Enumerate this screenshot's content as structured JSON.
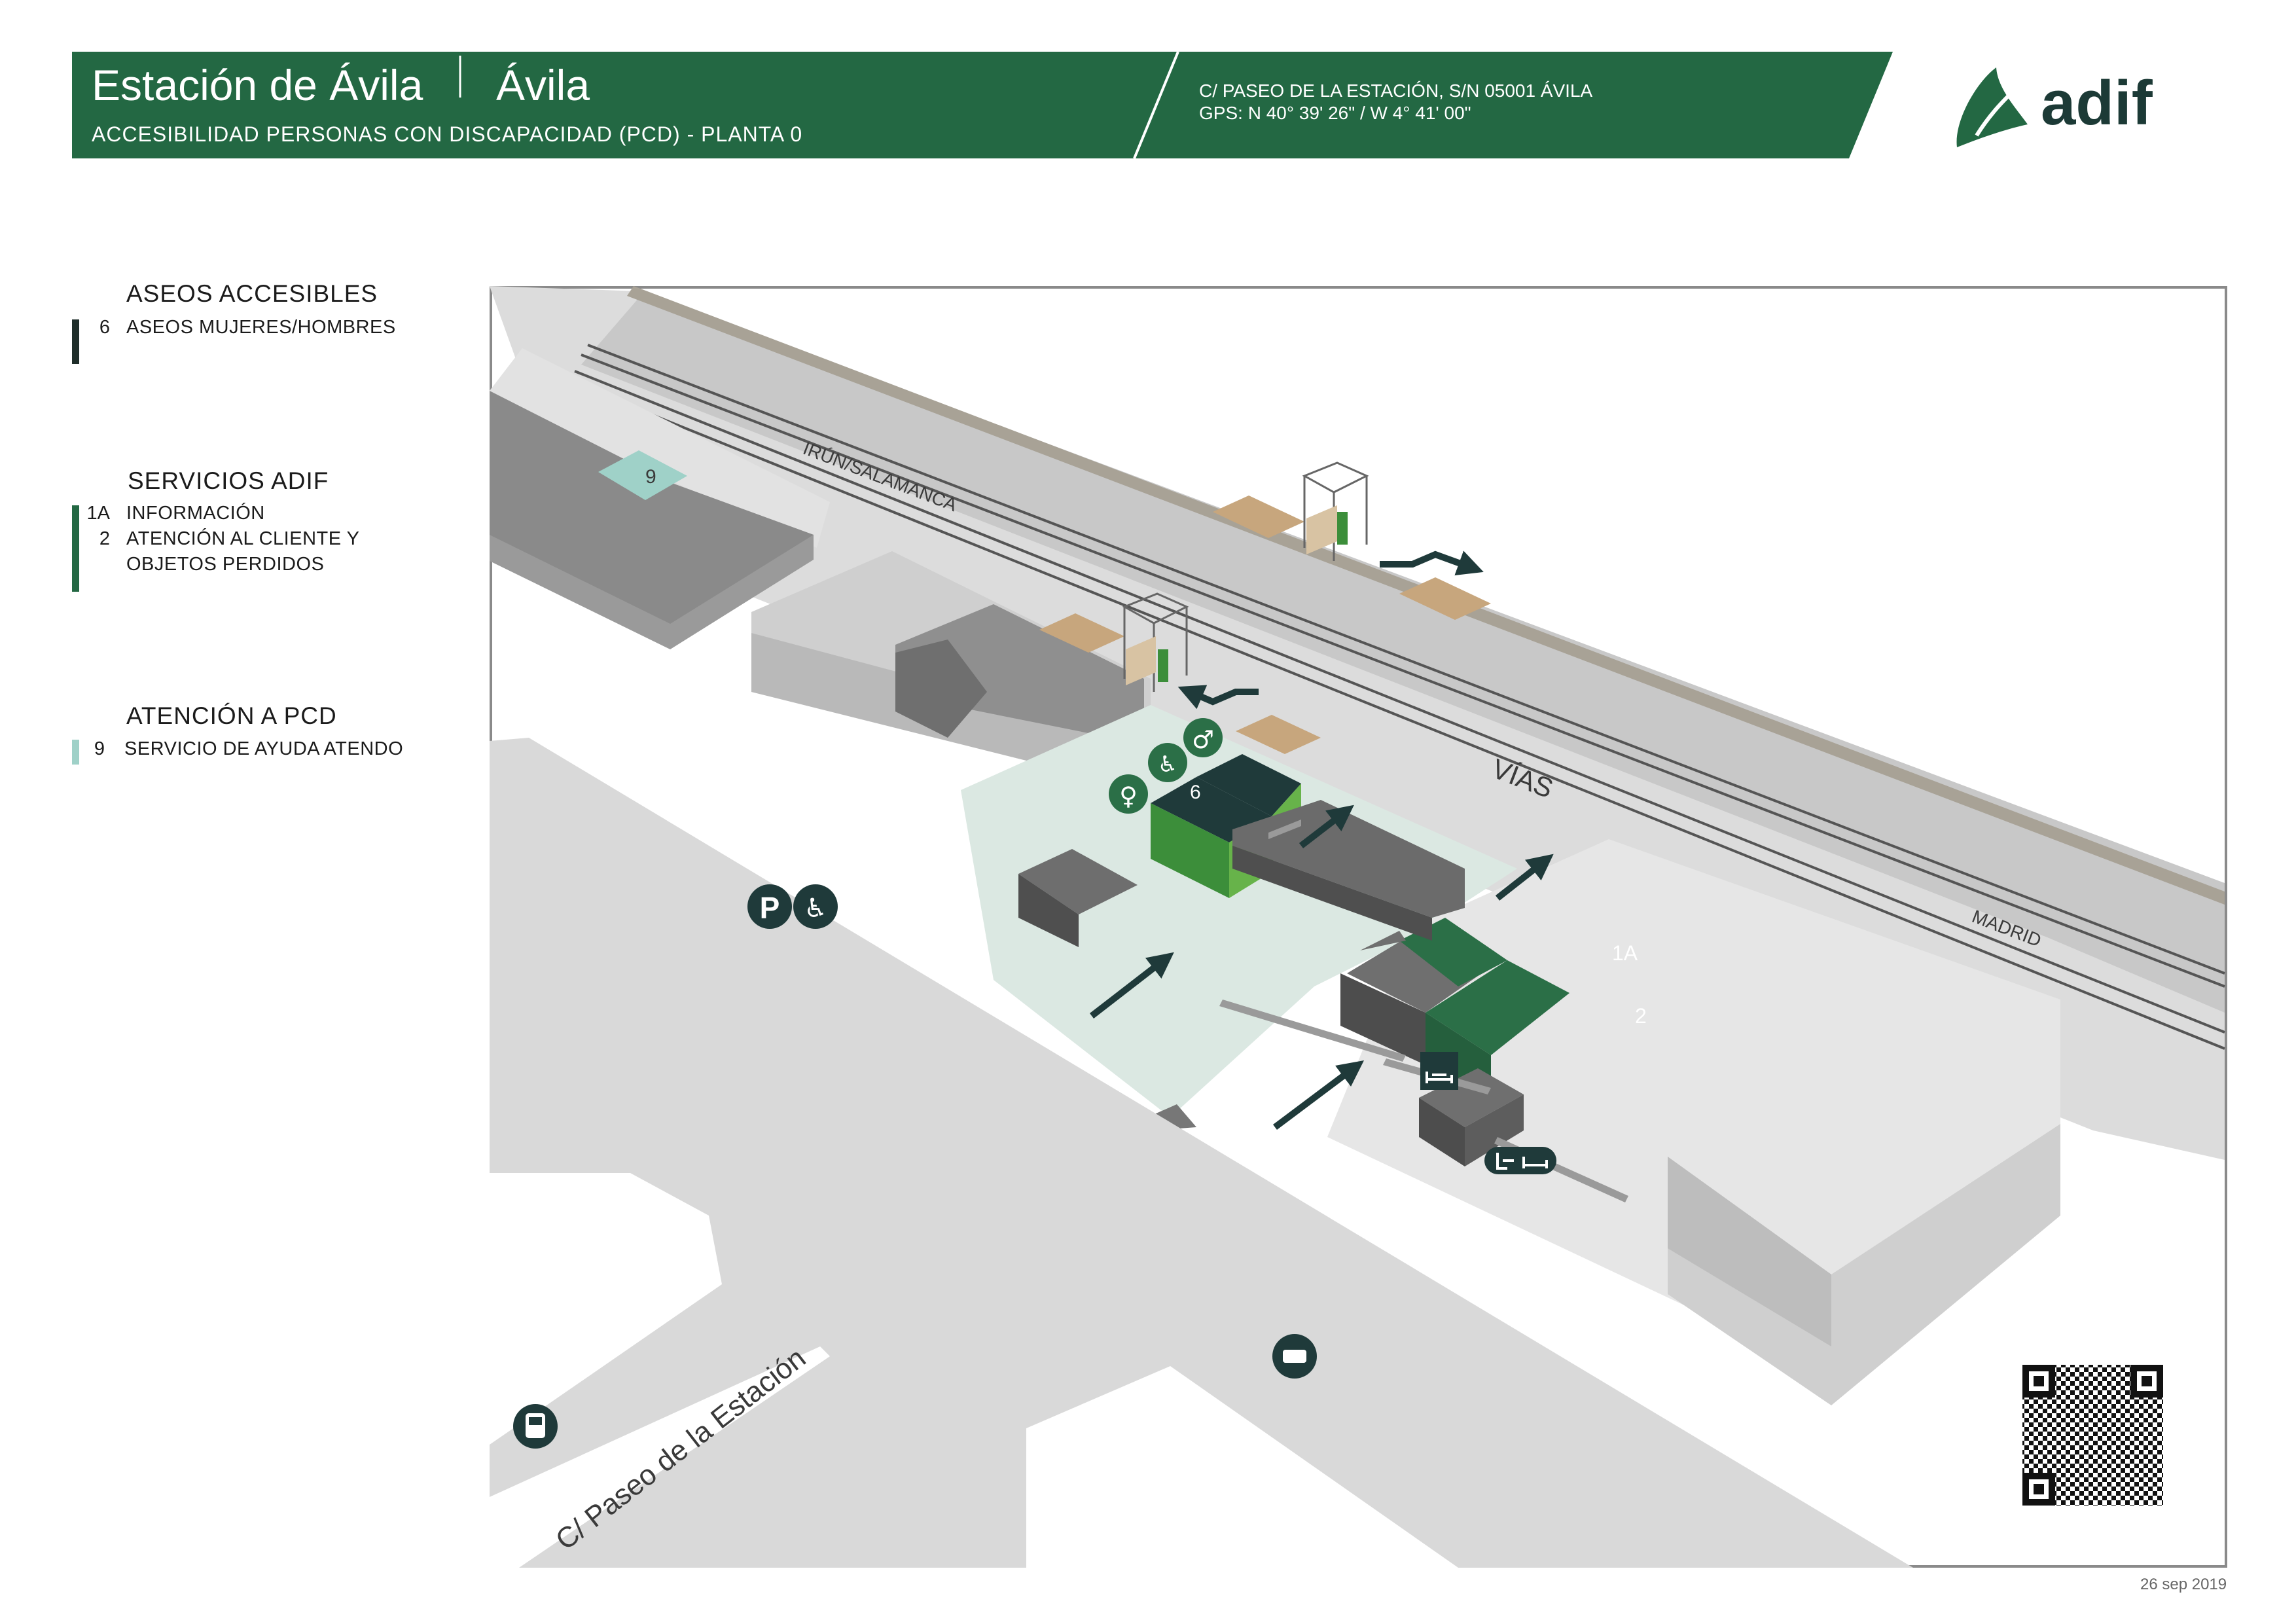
{
  "header": {
    "station_name": "Estación de Ávila",
    "city": "Ávila",
    "subtitle": "ACCESIBILIDAD PERSONAS CON DISCAPACIDAD (PCD)  -  PLANTA 0",
    "address_line": "C/ PASEO DE LA ESTACIÓN,  S/N      05001 ÁVILA",
    "gps_line": "GPS: N 40°  39' 26\" / W 4°  41' 00\"",
    "band_color": "#236843"
  },
  "logo": {
    "text": "adif",
    "icon": "adif-leaf-logo",
    "color": "#236843",
    "text_color": "#1c3a36"
  },
  "legend": [
    {
      "title": "ASEOS ACCESIBLES",
      "bar_color": "#1f2e2a",
      "items": [
        {
          "num": "6",
          "label": "ASEOS MUJERES/HOMBRES"
        }
      ]
    },
    {
      "title": "SERVICIOS ADIF",
      "bar_color": "#236843",
      "items": [
        {
          "num": "1A",
          "label": "INFORMACIÓN"
        },
        {
          "num": "2",
          "label": "ATENCIÓN AL CLIENTE Y"
        },
        {
          "num": "",
          "label": "OBJETOS PERDIDOS"
        }
      ]
    },
    {
      "title": "ATENCIÓN A PCD",
      "bar_color": "#9fd1c8",
      "items": [
        {
          "num": "9",
          "label": "SERVICIO DE AYUDA ATENDO"
        }
      ]
    }
  ],
  "map": {
    "labels": {
      "vias": "VÍAS",
      "irun": "IRÚN/SALAMANCA",
      "madrid": "MADRID",
      "street": "C/ Paseo de la Estación"
    },
    "markers": {
      "info": "1A",
      "customer": "2",
      "toilets": "6",
      "pcd_help": "9"
    },
    "icons": [
      "parking-icon",
      "disabled-parking-icon",
      "woman-toilet-icon",
      "accessible-wc-icon",
      "man-toilet-icon",
      "waiting-room-icon",
      "exit-waiting-room-icon",
      "taxi-icon",
      "bus-icon",
      "elevator-icon",
      "qr-code"
    ]
  },
  "footer": {
    "date": "26 sep 2019"
  }
}
